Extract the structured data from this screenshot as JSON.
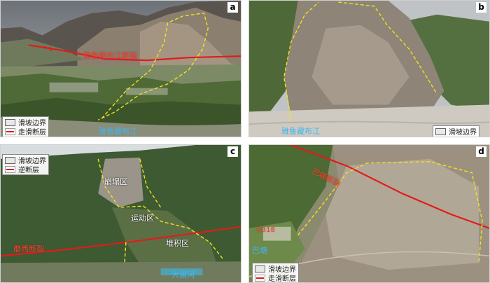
{
  "panels": {
    "a": {
      "label": "a",
      "fault_label": "雅鲁藏布江断裂",
      "river_label": "雅鲁藏布江",
      "legend": [
        "滑坡边界",
        "走滑断层"
      ]
    },
    "b": {
      "label": "b",
      "river_label": "雅鲁藏布江",
      "legend": [
        "滑坡边界"
      ]
    },
    "c": {
      "label": "c",
      "fault_label": "磨西断裂",
      "zones": [
        "崩塌区",
        "运动区",
        "堆积区"
      ],
      "river_label": "大渡河",
      "legend": [
        "滑坡边界",
        "逆断层"
      ]
    },
    "d": {
      "label": "d",
      "fault_label": "巴塘断裂",
      "road_label": "G318",
      "town_label": "巴塘",
      "legend": [
        "滑坡边界",
        "走滑断层"
      ]
    }
  },
  "colors": {
    "boundary": "#f2e31c",
    "fault": "#e41a1a",
    "river_text": "#3fb6f0"
  }
}
